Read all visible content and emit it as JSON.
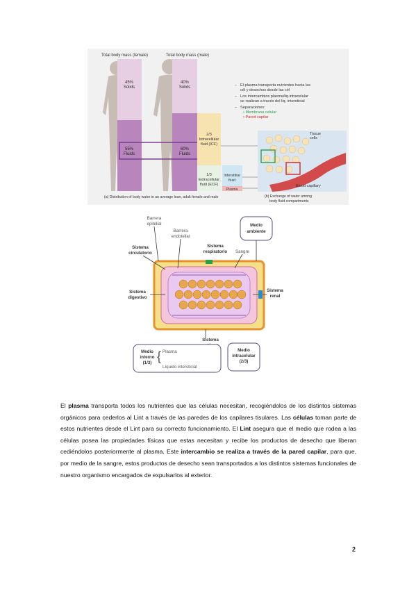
{
  "figure1": {
    "female_title": "Total body mass (female)",
    "male_title": "Total body mass (male)",
    "female_solids": [
      "45%",
      "Solids"
    ],
    "female_fluids": [
      "55%",
      "Fluids"
    ],
    "male_solids": [
      "40%",
      "Solids"
    ],
    "male_fluids": [
      "60%",
      "Fluids"
    ],
    "icf": [
      "2/3",
      "Intracellular",
      "fluid (ICF)"
    ],
    "ecf": [
      "1/3",
      "Extracellular",
      "fluid (ECF)"
    ],
    "interstitial": [
      "Interstitial",
      "fluid"
    ],
    "plasma": "Plasma",
    "caption_a": "(a) Distribution of body water in an average lean, adult female and male",
    "caption_b": [
      "(b) Exchange of water among",
      "body fluid compartments"
    ],
    "tissue_cells": [
      "Tissue",
      "cells"
    ],
    "blood_capillary": "Blood capillary",
    "notes": [
      "El plasma transporta nutrientes hacia las",
      "cél y desechos desde las cél",
      "Los intercambios plasma/liq.intracelular",
      "se realizan a través del liq. intersticial",
      "Separaciones:",
      "• Membrana celular",
      "• Pared capilar"
    ],
    "colors": {
      "solids": "#e6cfe3",
      "fluids": "#b886bc",
      "icf": "#f6e3b0",
      "ecf": "#cfe7f2",
      "plasma": "#f2b8b8",
      "green": "#2aa04a",
      "red": "#d1262b"
    }
  },
  "figure2": {
    "barrera_epitelial": [
      "Barrera",
      "epitelial"
    ],
    "barrera_endotelial": [
      "Barrera",
      "endotelial"
    ],
    "medio_ambiente": [
      "Medio",
      "ambiente"
    ],
    "sistema_circulatorio": [
      "Sistema",
      "circulatorio"
    ],
    "sistema_respiratorio": [
      "Sistema",
      "respiratorio"
    ],
    "sangre": "Sangre",
    "sistema_digestivo": [
      "Sistema",
      "digestivo"
    ],
    "sistema_renal": [
      "Sistema",
      "renal"
    ],
    "sistema_cutaneo": [
      "Sistema",
      "cutáneo"
    ],
    "medio_interno": [
      "Medio",
      "interno",
      "(1/3)"
    ],
    "plasma": "Plasma",
    "liquido_intersticial": "Líquido intersticial",
    "medio_intracelular": [
      "Medio",
      "intracelular",
      "(2/3)"
    ]
  },
  "paragraph": {
    "s1": "El ",
    "s2": "plasma",
    "s3": " transporta todos los nutrientes que las células necesitan, recogiéndolos de los distintos sistemas orgánicos para cederlos al Lint a través de las paredes de los capilares tisulares. Las ",
    "s4": "células",
    "s5": " toman parte de estos nutrientes desde el Lint para su correcto funcionamiento. El ",
    "s6": "Lint",
    "s7": " asegura que el medio que rodea a las células posea las propiedades físicas que estas necesitan y recibe los productos de desecho que liberan cediéndolos posteriormente al plasma. Este ",
    "s8": "intercambio se realiza a través de la pared capilar",
    "s9": ", para que, por medio de la sangre, estos productos de desecho sean transportados a los distintos sistemas funcionales de nuestro organismo encargados de expulsarlos al exterior."
  },
  "page_number": "2"
}
